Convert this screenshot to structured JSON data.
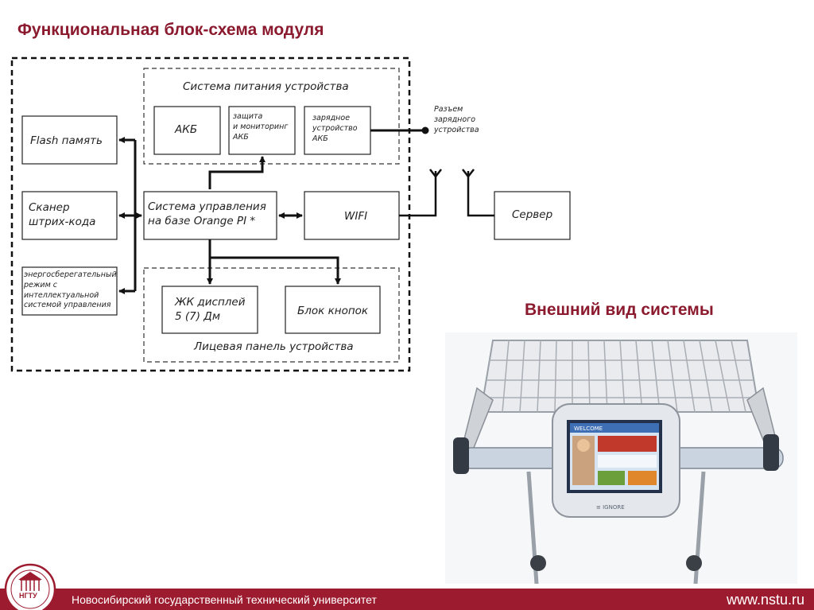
{
  "title": "Функциональная блок-схема модуля",
  "subtitle": "Внешний вид системы",
  "diagram": {
    "power_group_label": "Система питания устройства",
    "front_panel_label": "Лицевая панель устройства",
    "akb": "АКБ",
    "protection_lines": [
      "защита",
      "и мониторинг",
      "АКБ"
    ],
    "charger_lines": [
      "зарядное",
      "устройство",
      "АКБ"
    ],
    "connector_lines": [
      "Разъем",
      "зарядного",
      "устройства"
    ],
    "flash": "Flash память",
    "scanner_lines": [
      "Сканер",
      "штрих-кода"
    ],
    "energy_lines": [
      "энергосберегательный",
      "режим с",
      "интеллектуальной",
      "системой управления"
    ],
    "control_lines": [
      "Система управления",
      "на базе Orange PI *"
    ],
    "wifi": "WIFI",
    "server": "Сервер",
    "lcd_lines": [
      "ЖК дисплей",
      "5 (7) Дм"
    ],
    "buttons": "Блок кнопок"
  },
  "photo": {
    "screen_brand": "WELCOME",
    "device_brand": "≡ IGNORE"
  },
  "footer": {
    "university": "Новосибирский государственный технический университет",
    "url": "www.nstu.ru",
    "logo_text": "НГТУ"
  }
}
